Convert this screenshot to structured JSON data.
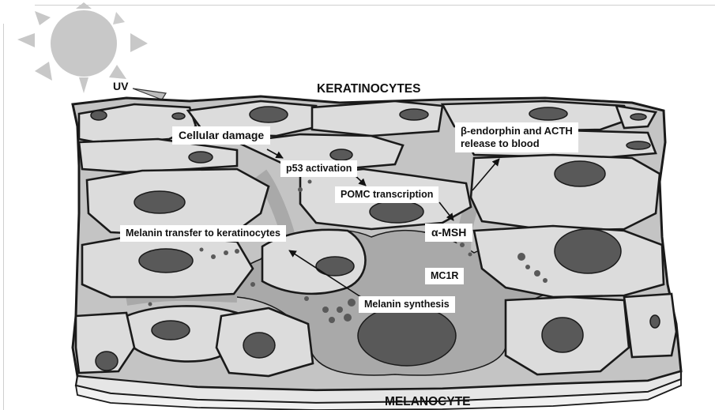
{
  "title_top": "KERATINOCYTES",
  "title_bottom": "MELANOCYTE",
  "uv_label": "UV",
  "labels": {
    "cellular_damage": "Cellular damage",
    "p53": "p53 activation",
    "pomc": "POMC transcription",
    "endorphin_line1": "β-endorphin and ACTH",
    "endorphin_line2": "release to blood",
    "msh": "α-MSH",
    "mc1r": "MC1R",
    "melanin_synthesis": "Melanin synthesis",
    "melanin_transfer": "Melanin transfer to keratinocytes"
  },
  "colors": {
    "sun": "#c8c8c8",
    "cell_fill": "#dcdcdc",
    "nucleus_fill": "#595959",
    "melanocyte_fill": "#a9a9a9",
    "outline": "#1a1a1a"
  }
}
